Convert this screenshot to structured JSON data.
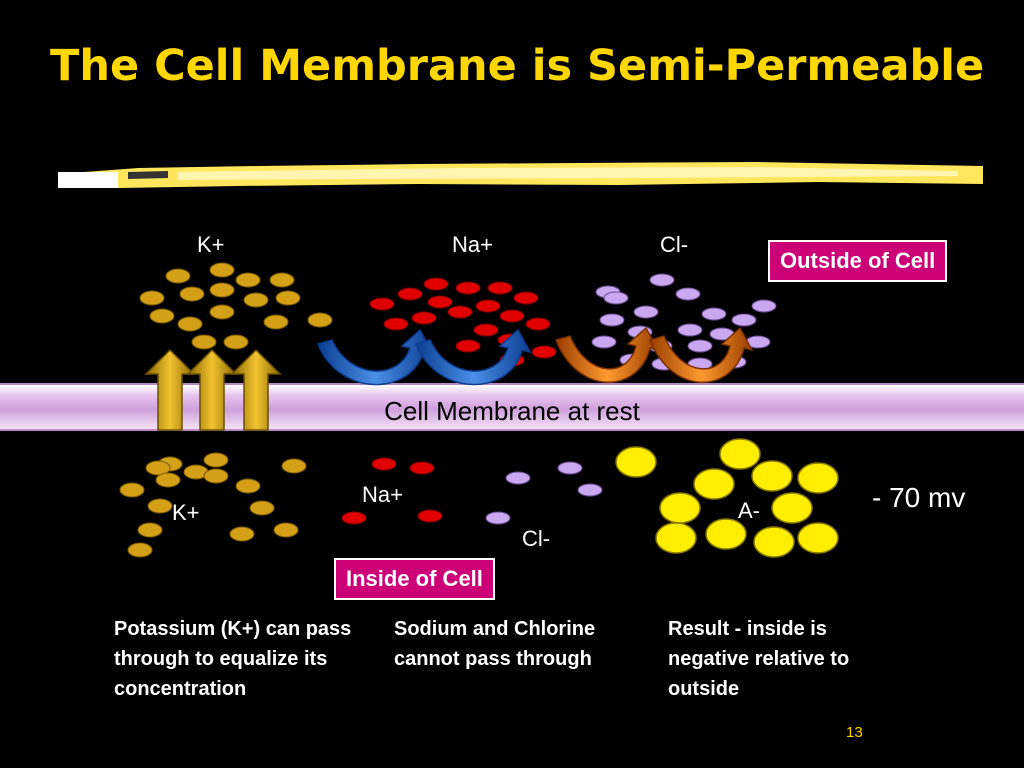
{
  "slide": {
    "title": "The Cell Membrane is Semi-Permeable",
    "page_number": "13"
  },
  "ions_outside": {
    "k": "K+",
    "na": "Na+",
    "cl": "Cl-"
  },
  "ions_inside": {
    "k": "K+",
    "na": "Na+",
    "cl": "Cl-",
    "a": "A-"
  },
  "labels": {
    "outside": "Outside of Cell",
    "inside": "Inside of Cell",
    "membrane": "Cell Membrane at rest",
    "voltage": "- 70 mv"
  },
  "notes": {
    "potassium": "Potassium (K+) can pass through to equalize its concentration",
    "sodium": "Sodium and Chlorine cannot pass through",
    "result": "Result - inside is negative relative to outside"
  },
  "colors": {
    "title": "#FFD700",
    "potassium": "#D4A017",
    "sodium": "#E00000",
    "chloride": "#C9A8F0",
    "anion": "#FFEE00",
    "label_box": "#CC0077",
    "na_arrow": "#1E5FC8",
    "cl_arrow": "#E07010",
    "k_arrow": "#D4A017"
  }
}
